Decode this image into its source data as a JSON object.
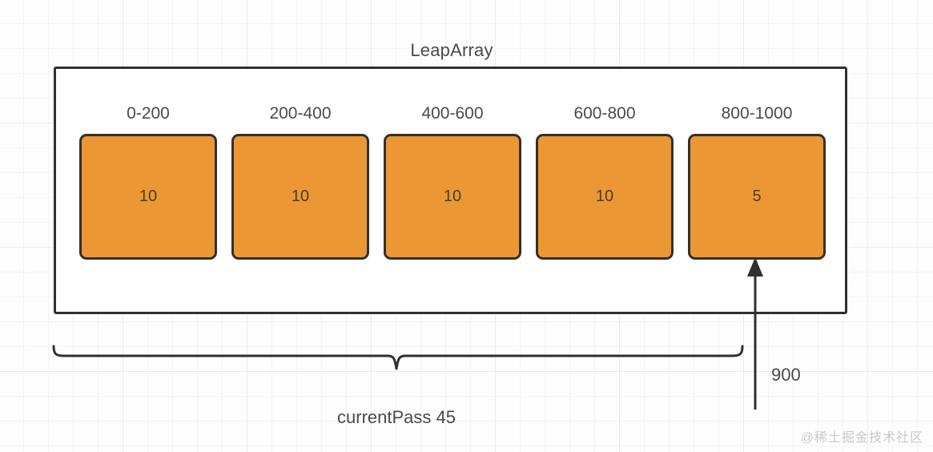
{
  "diagram": {
    "title": "LeapArray",
    "buckets": [
      {
        "range": "0-200",
        "value": "10"
      },
      {
        "range": "200-400",
        "value": "10"
      },
      {
        "range": "400-600",
        "value": "10"
      },
      {
        "range": "600-800",
        "value": "10"
      },
      {
        "range": "800-1000",
        "value": "5"
      }
    ],
    "brace_label": "currentPass 45",
    "arrow_label": "900",
    "watermark": "@稀土掘金技术社区",
    "colors": {
      "bucket_fill": "#eb9834",
      "stroke": "#2f3033",
      "text": "#4a4a4a",
      "grid": "#ececec",
      "watermark": "#c9c9c9"
    }
  }
}
